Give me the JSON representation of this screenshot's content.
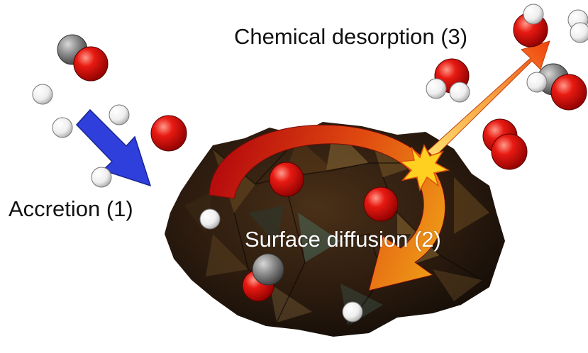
{
  "labels": {
    "accretion": "Accretion (1)",
    "diffusion": "Surface diffusion (2)",
    "desorption": "Chemical desorption (3)"
  },
  "colors": {
    "oxygen": "#e01010",
    "hydrogen": "#f2f2f2",
    "carbon": "#8a8a8a",
    "accretion_arrow": "#2f3fdc",
    "diffusion_arrow_start": "#b01010",
    "diffusion_arrow_end": "#f08a10",
    "desorption_arrow_start": "#f06010",
    "desorption_arrow_end": "#fff0a0",
    "grain": "#2a1a10",
    "reaction_burst": "#ffd020"
  }
}
